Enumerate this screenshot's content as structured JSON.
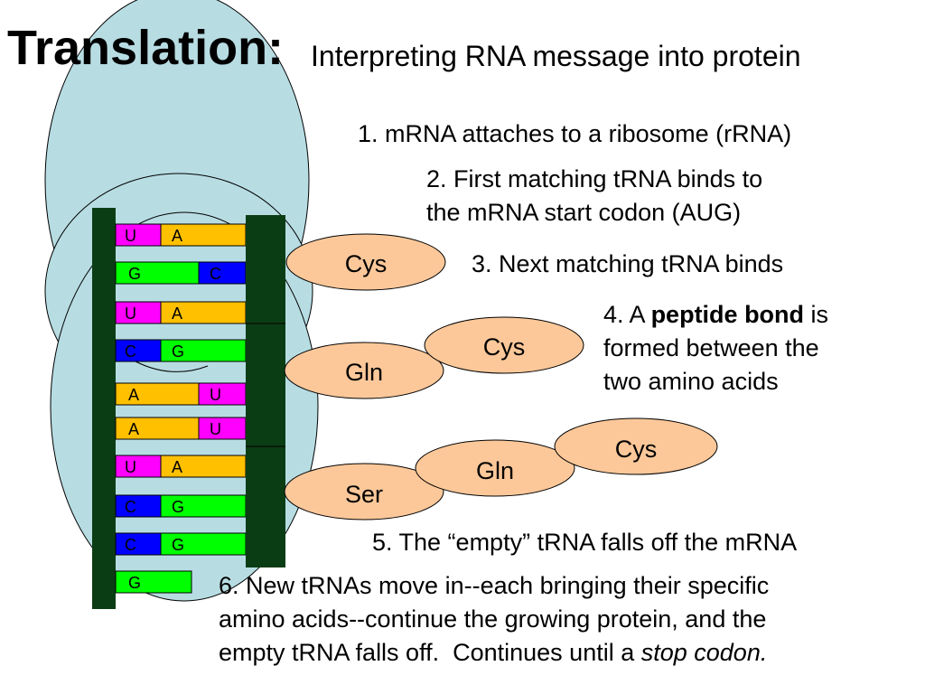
{
  "title": {
    "main": "Translation:",
    "sub": "Interpreting RNA message into protein"
  },
  "steps": {
    "s1": "1. mRNA attaches to a ribosome (rRNA)",
    "s2_line1": "2. First matching tRNA binds to",
    "s2_line2": "the mRNA start codon (AUG)",
    "s3": "3. Next matching tRNA binds",
    "s4_pre": "4. A ",
    "s4_bold": "peptide bond",
    "s4_post": " is",
    "s4_line2": "formed between the",
    "s4_line3": "two amino acids",
    "s5": "5. The “empty” tRNA falls off the mRNA",
    "s6_line1": "6. New tRNAs move in--each bringing their specific",
    "s6_line2": "amino acids--continue the growing protein, and the",
    "s6_line3_pre": "empty tRNA falls off.  Continues until a ",
    "s6_line3_italic": "stop codon."
  },
  "colors": {
    "ribosome_fill": "#b7dde3",
    "strand": "#0b3d14",
    "U": "#ff00ff",
    "A": "#ffc000",
    "G": "#00ff00",
    "C": "#0000ff",
    "amino_acid_fill": "#fcc89a"
  },
  "mrna_pairs": [
    {
      "left": "U",
      "right": "A"
    },
    {
      "left": "G",
      "right": "C"
    },
    {
      "left": "U",
      "right": "A"
    },
    {
      "left": "C",
      "right": "G"
    },
    {
      "left": "A",
      "right": "U"
    },
    {
      "left": "A",
      "right": "U"
    },
    {
      "left": "U",
      "right": "A"
    },
    {
      "left": "C",
      "right": "G"
    },
    {
      "left": "C",
      "right": "G"
    },
    {
      "left": "G",
      "right": ""
    }
  ],
  "amino_acids": [
    "Cys",
    "Gln",
    "Cys",
    "Cys",
    "Gln",
    "Ser"
  ]
}
